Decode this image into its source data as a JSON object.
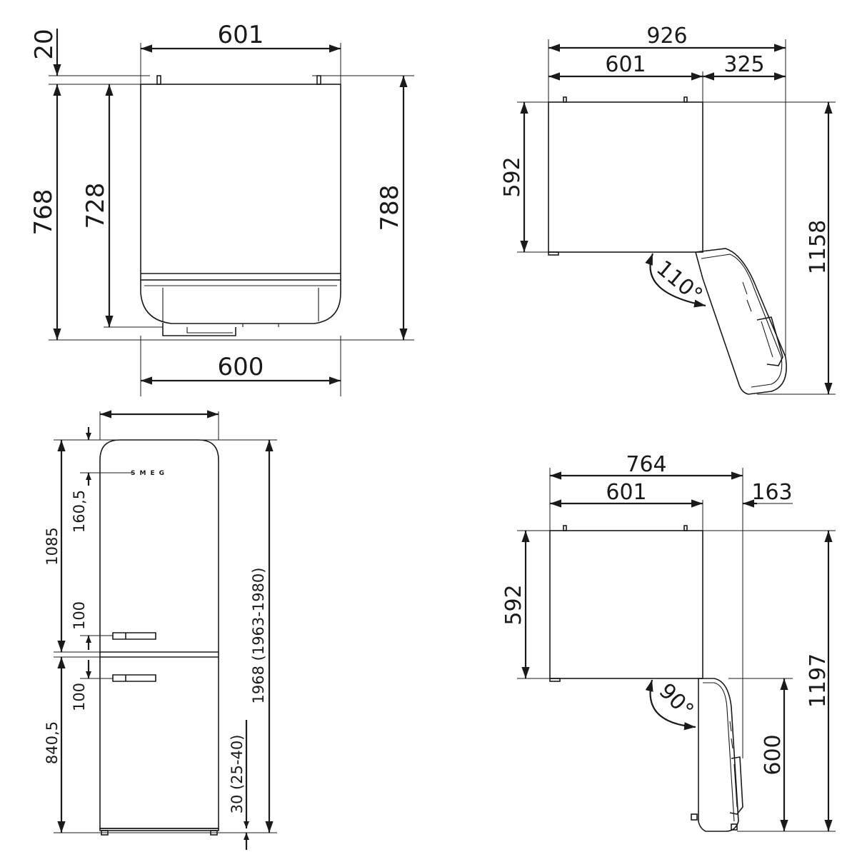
{
  "brand": "SMEG",
  "top_view": {
    "width_top": "601",
    "width_bottom": "600",
    "offset": "20",
    "depth_body": "768",
    "depth_inner": "728",
    "depth_total": "788"
  },
  "side_view_110": {
    "total_width": "926",
    "body_width": "601",
    "door_extension": "325",
    "depth": "592",
    "total_depth": "1158",
    "angle": "110°"
  },
  "front_view": {
    "logo_offset": "160,5",
    "top_section": "1085",
    "handle_upper": "100",
    "handle_lower": "100",
    "bottom_section": "840,5",
    "total_height": "1968 (1963-1980)",
    "feet": "30 (25-40)"
  },
  "side_view_90": {
    "total_width": "764",
    "body_width": "601",
    "door_extension": "163",
    "depth": "592",
    "total_depth": "1197",
    "door_width": "600",
    "angle": "90°"
  }
}
